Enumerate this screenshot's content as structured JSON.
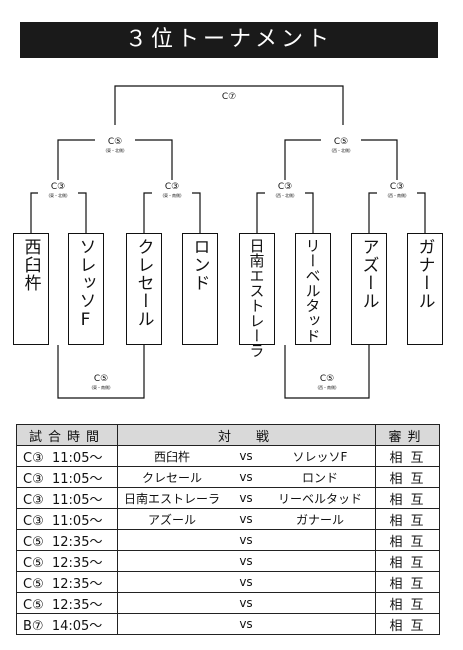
{
  "title": "３位トーナメント",
  "bracket": {
    "final": {
      "label": "C⑦"
    },
    "semis": [
      {
        "label": "C⑤",
        "sub": "(東・北側)"
      },
      {
        "label": "C⑤",
        "sub": "(西・北側)"
      }
    ],
    "firsts": [
      {
        "label": "C③",
        "sub": "(東・北側)"
      },
      {
        "label": "C③",
        "sub": "(東・南側)"
      },
      {
        "label": "C③",
        "sub": "(西・北側)"
      },
      {
        "label": "C③",
        "sub": "(西・南側)"
      }
    ],
    "consolation": [
      {
        "label": "C⑤",
        "sub": "(東・南側)"
      },
      {
        "label": "C⑤",
        "sub": "(西・南側)"
      }
    ],
    "teams": [
      "西臼杵",
      "ソレッソF",
      "クレセール",
      "ロンド",
      "日南エストレーラ",
      "リーベルタッド",
      "アズール",
      "ガナール"
    ]
  },
  "schedule": {
    "headers": [
      "試合時間",
      "対　戦",
      "審判"
    ],
    "rows": [
      {
        "code": "C③",
        "time": "11:05～",
        "home": "西臼杵",
        "vs": "vs",
        "away": "ソレッソF",
        "ref": "相互"
      },
      {
        "code": "C③",
        "time": "11:05～",
        "home": "クレセール",
        "vs": "vs",
        "away": "ロンド",
        "ref": "相互"
      },
      {
        "code": "C③",
        "time": "11:05～",
        "home": "日南エストレーラ",
        "vs": "vs",
        "away": "リーベルタッド",
        "ref": "相互"
      },
      {
        "code": "C③",
        "time": "11:05～",
        "home": "アズール",
        "vs": "vs",
        "away": "ガナール",
        "ref": "相互"
      },
      {
        "code": "C⑤",
        "time": "12:35～",
        "home": "",
        "vs": "vs",
        "away": "",
        "ref": "相互"
      },
      {
        "code": "C⑤",
        "time": "12:35～",
        "home": "",
        "vs": "vs",
        "away": "",
        "ref": "相互"
      },
      {
        "code": "C⑤",
        "time": "12:35～",
        "home": "",
        "vs": "vs",
        "away": "",
        "ref": "相互"
      },
      {
        "code": "C⑤",
        "time": "12:35～",
        "home": "",
        "vs": "vs",
        "away": "",
        "ref": "相互"
      },
      {
        "code": "B⑦",
        "time": "14:05～",
        "home": "",
        "vs": "vs",
        "away": "",
        "ref": "相互"
      }
    ]
  }
}
